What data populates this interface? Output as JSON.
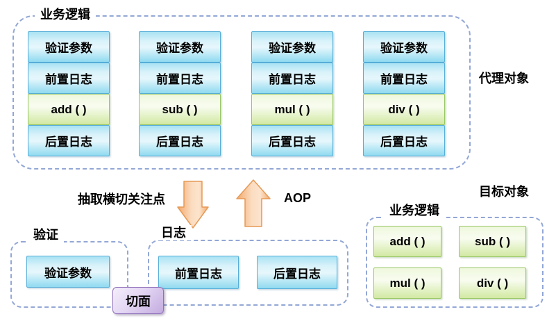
{
  "proxy": {
    "container_label": "业务逻辑",
    "side_label": "代理对象",
    "columns": [
      [
        "验证参数",
        "前置日志",
        "add ( )",
        "后置日志"
      ],
      [
        "验证参数",
        "前置日志",
        "sub ( )",
        "后置日志"
      ],
      [
        "验证参数",
        "前置日志",
        "mul ( )",
        "后置日志"
      ],
      [
        "验证参数",
        "前置日志",
        "div ( )",
        "后置日志"
      ]
    ]
  },
  "middle": {
    "extract_label": "抽取横切关注点",
    "aop_label": "AOP"
  },
  "validation": {
    "label": "验证",
    "box": "验证参数"
  },
  "logging": {
    "label": "日志",
    "boxes": [
      "前置日志",
      "后置日志"
    ]
  },
  "aspect_label": "切面",
  "target": {
    "side_label": "目标对象",
    "container_label": "业务逻辑",
    "methods": [
      "add ( )",
      "sub ( )",
      "mul ( )",
      "div ( )"
    ]
  },
  "colors": {
    "blue_box_border": "#56aed8",
    "blue_box_fill_top": "#a9e2f3",
    "blue_box_fill_bottom": "#90daf0",
    "green_box_border": "#98c765",
    "green_box_fill_top": "#eff8dd",
    "green_box_fill_bottom": "#d2e8a4",
    "aspect_border": "#8f6fba",
    "aspect_fill": "#c3abdf",
    "dashed_border": "#93a7d6",
    "arrow_fill_light": "#fbdcc0",
    "arrow_fill_dark": "#f3a96c",
    "arrow_stroke": "#e59a56",
    "text": "#000000"
  }
}
